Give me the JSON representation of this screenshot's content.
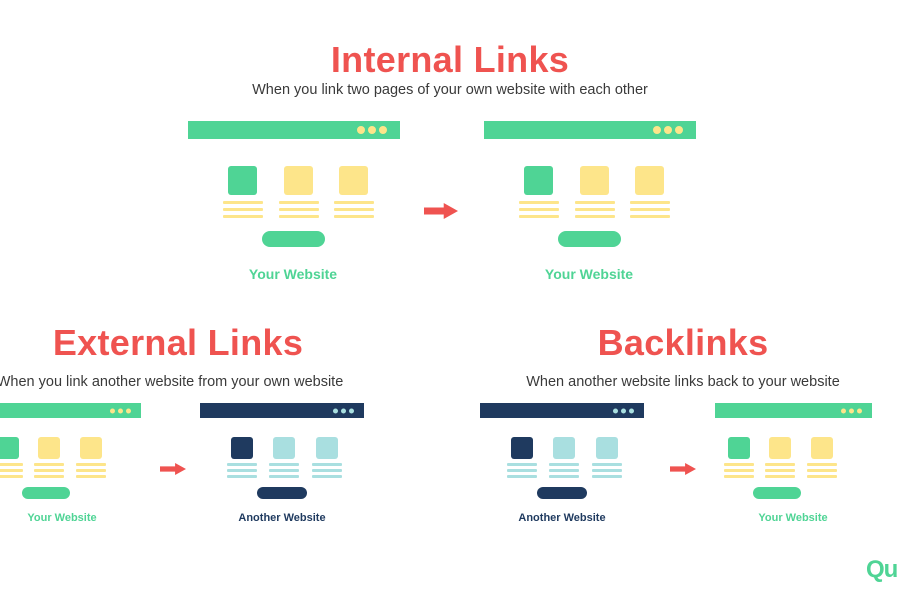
{
  "internal": {
    "title": "Internal Links",
    "subtitle": "When you link two pages of your own website with each other",
    "left_caption": "Your Website",
    "right_caption": "Your Website"
  },
  "external": {
    "title": "External Links",
    "subtitle": "When you link another website from your own website",
    "left_caption": "Your Website",
    "right_caption": "Another Website"
  },
  "backlinks": {
    "title": "Backlinks",
    "subtitle": "When another website links back to your website",
    "left_caption": "Another Website",
    "right_caption": "Your Website"
  },
  "logo": {
    "text": "Qu"
  },
  "colors": {
    "red": "#ef5350",
    "green": "#4fd495",
    "yellow": "#fde58a",
    "navy": "#1f3a5f",
    "teal": "#a9dfe0",
    "text": "#3a3a3a"
  }
}
